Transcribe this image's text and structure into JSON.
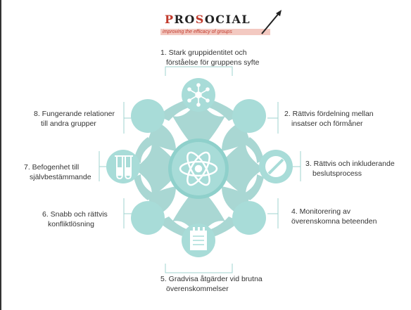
{
  "logo": {
    "title_pre": "P",
    "title_mid": "RO",
    "title_s": "S",
    "title_rest": "OCIAL",
    "subtitle": "improving the efficacy of groups"
  },
  "principles": [
    {
      "line1": "1. Stark gruppidentitet och",
      "line2": "förståelse för gruppens syfte"
    },
    {
      "line1": "2. Rättvis fördelning mellan",
      "line2": "insatser och förmåner"
    },
    {
      "line1": "3. Rättvis och inkluderande",
      "line2": "beslutsprocess"
    },
    {
      "line1": "4. Monitorering av",
      "line2": "överenskomna beteenden"
    },
    {
      "line1": "5. Gradvisa åtgärder vid brutna",
      "line2": "överenskommelser"
    },
    {
      "line1": "6. Snabb och rättvis",
      "line2": "konfliktlösning"
    },
    {
      "line1": "7. Befogenhet till",
      "line2": "självbestämmande"
    },
    {
      "line1": "8. Fungerande relationer",
      "line2": "till andra grupper"
    }
  ],
  "colors": {
    "node": "#a8dcd8",
    "node_dark": "#8fd0cb",
    "connector": "#a9d7d3",
    "icon": "#ffffff",
    "accent": "#c0392b"
  },
  "icons": {
    "top": "network-icon",
    "center": "atom-icon",
    "right": "no-sign-icon",
    "left": "test-tubes-icon",
    "bottom": "notepad-icon"
  }
}
